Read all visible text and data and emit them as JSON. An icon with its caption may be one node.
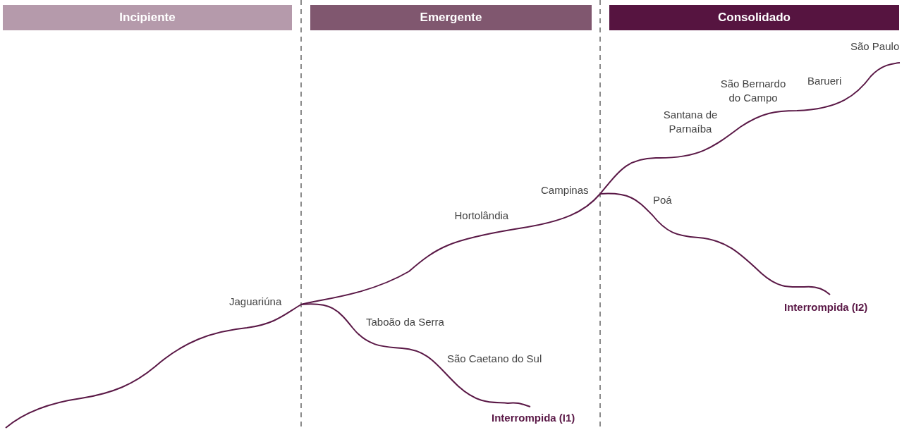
{
  "diagram": {
    "nodes": [
      {
        "text": [
          "Incipiente"
        ]
      },
      {
        "text": [
          "Emergente"
        ]
      },
      {
        "text": [
          "Consolidado"
        ]
      }
    ],
    "labels": [
      "São Paulo",
      "São Bernardo do Campo",
      "Barueri",
      "Santana de Parnaíba",
      "Campinas",
      "Poá",
      "Hortolândia",
      "Jaguariúna",
      "Interrompida (I2)",
      "Taboão da Serra",
      "São Caetano do Sul",
      "Interrompida (I1)"
    ]
  }
}
